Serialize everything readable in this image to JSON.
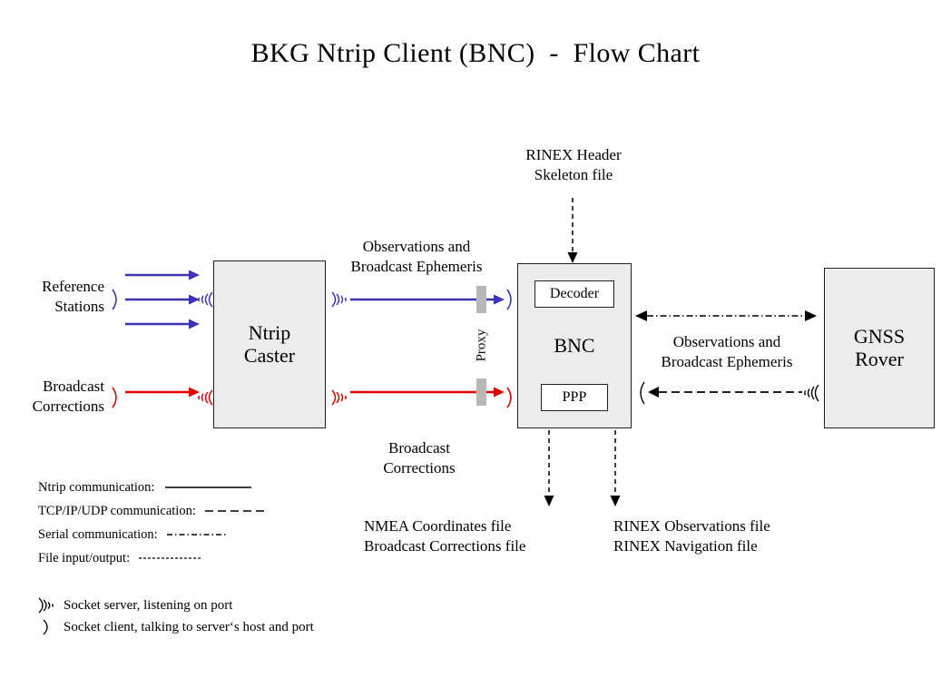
{
  "page": {
    "title": "BKG Ntrip Client (BNC)  -  Flow Chart",
    "background": "#ffffff"
  },
  "colors": {
    "blue": "#3b34b5",
    "red": "#e00000",
    "box_fill": "#ececec",
    "box_stroke": "#202020",
    "proxy_bar": "#b8b8b8",
    "black": "#000000"
  },
  "nodes": {
    "reference_stations": {
      "label": "Reference\nStations"
    },
    "broadcast_corrections_source": {
      "label": "Broadcast\nCorrections"
    },
    "ntrip_caster": {
      "label": "Ntrip\nCaster"
    },
    "bnc": {
      "label": "BNC",
      "decoder": "Decoder",
      "ppp": "PPP"
    },
    "gnss_rover": {
      "label": "GNSS\nRover"
    },
    "proxy": {
      "label": "Proxy"
    }
  },
  "edge_labels": {
    "caster_to_bnc_top": "Observations and\nBroadcast Ephemeris",
    "caster_to_bnc_bottom": "Broadcast\nCorrections",
    "rinex_header": "RINEX Header\nSkeleton file",
    "bnc_to_rover": "Observations and\nBroadcast Ephemeris",
    "output_left": "NMEA Coordinates file\nBroadcast Corrections file",
    "output_right": "RINEX Observations file\nRINEX Navigation file"
  },
  "legend": {
    "lines": [
      {
        "label": "Ntrip communication:",
        "style": "solid"
      },
      {
        "label": "TCP/IP/UDP communication:",
        "style": "dashed"
      },
      {
        "label": "Serial communication:",
        "style": "dashdot"
      },
      {
        "label": "File input/output:",
        "style": "dotted"
      }
    ],
    "sockets": [
      {
        "icon": "socket-server-icon",
        "label": "Socket server, listening on port"
      },
      {
        "icon": "socket-client-icon",
        "label": "Socket client, talking to server‘s host and port"
      }
    ]
  }
}
